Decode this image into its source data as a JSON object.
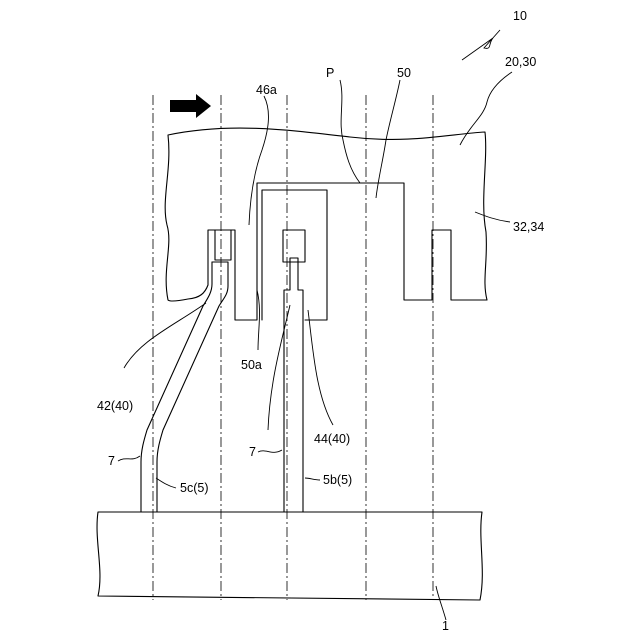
{
  "labels": {
    "device": "10",
    "housing": "20,30",
    "wall": "32,34",
    "point": "P",
    "member": "50",
    "member_edge": "50a",
    "notch_edge": "46a",
    "terminal_left": "42(40)",
    "terminal_right": "44(40)",
    "solder_left": "7",
    "solder_right": "7",
    "lead_left": "5c(5)",
    "lead_right": "5b(5)",
    "board": "1"
  },
  "colors": {
    "line": "#000000",
    "background": "#ffffff"
  },
  "icons": {
    "direction": "right-arrow-icon"
  }
}
